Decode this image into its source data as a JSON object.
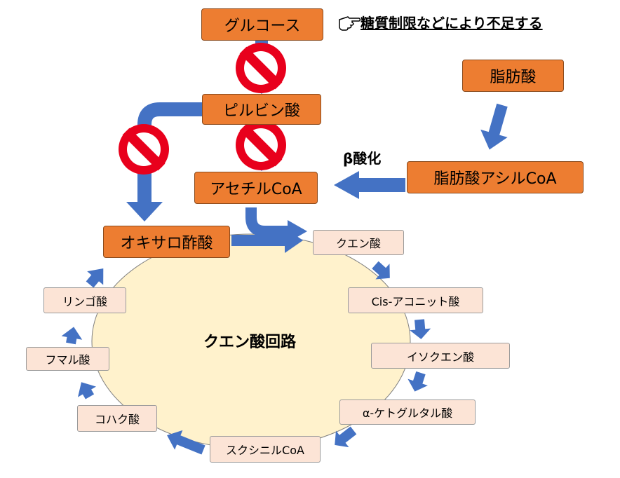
{
  "colors": {
    "main_box": "#ED7D31",
    "cycle_box": "#FCE4D6",
    "cycle_fill": "#FFF2CC",
    "arrow": "#4472C4",
    "prohibit_ring": "#E8001C"
  },
  "boxes": {
    "glucose": "グルコース",
    "pyruvate": "ピルビン酸",
    "acetyl_coa": "アセチルCoA",
    "oxaloacetate": "オキサロ酢酸",
    "fatty_acid": "脂肪酸",
    "acyl_coa": "脂肪酸アシルCoA"
  },
  "cycle": {
    "title": "クエン酸回路",
    "citrate": "クエン酸",
    "cis_aconitate": "Cis-アコニット酸",
    "isocitrate": "イソクエン酸",
    "alpha_kg": "α-ケトグルタル酸",
    "succinyl_coa": "スクシニルCoA",
    "succinate": "コハク酸",
    "fumarate": "フマル酸",
    "malate": "リンゴ酸"
  },
  "note": {
    "icon": "pointing-hand-icon",
    "text": "糖質制限などにより不足する"
  },
  "beta_label": "β酸化",
  "prohibit_icon": "prohibit-icon"
}
